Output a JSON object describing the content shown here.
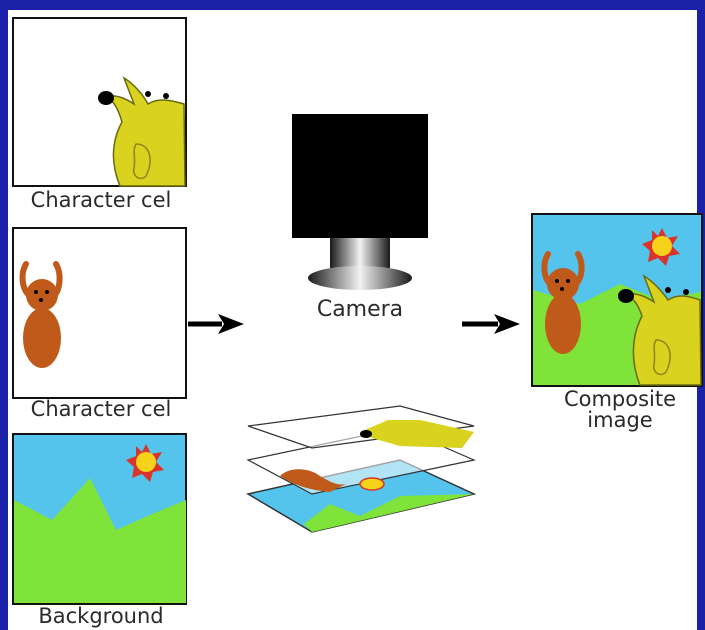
{
  "labels": {
    "character_cel_1": "Character cel",
    "character_cel_2": "Character cel",
    "background": "Background",
    "camera": "Camera",
    "composite_line1": "Composite",
    "composite_line2": "image"
  },
  "colors": {
    "frame": "#1a20a8",
    "sky": "#55c4ec",
    "ground": "#7fe33a",
    "sun": "#f7d21a",
    "sun_rays": "#d9332b",
    "yellow_character": "#d9d21f",
    "brown_character": "#c05a1b",
    "camera_body": "#000000"
  }
}
